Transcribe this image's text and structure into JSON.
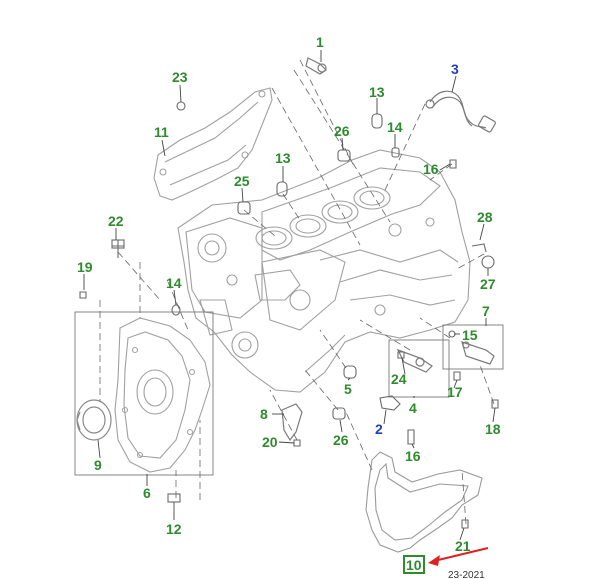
{
  "colors": {
    "callout_green": "#2e8b2e",
    "callout_blue": "#1f3fbf",
    "line_art": "#9a9a9a",
    "leader": "#555555",
    "highlight_box": "#2e8b2e",
    "arrow": "#e02020"
  },
  "callouts": {
    "c1": "1",
    "c2": "2",
    "c3": "3",
    "c4": "4",
    "c5": "5",
    "c6": "6",
    "c7": "7",
    "c8": "8",
    "c9": "9",
    "c10": "10",
    "c11": "11",
    "c12": "12",
    "c13a": "13",
    "c13b": "13",
    "c14a": "14",
    "c14b": "14",
    "c15": "15",
    "c16a": "16",
    "c16b": "16",
    "c17": "17",
    "c18": "18",
    "c19": "19",
    "c20": "20",
    "c21": "21",
    "c22": "22",
    "c23": "23",
    "c24": "24",
    "c25": "25",
    "c26a": "26",
    "c26b": "26",
    "c27": "27",
    "c28": "28"
  },
  "reference_code": "23-2021"
}
